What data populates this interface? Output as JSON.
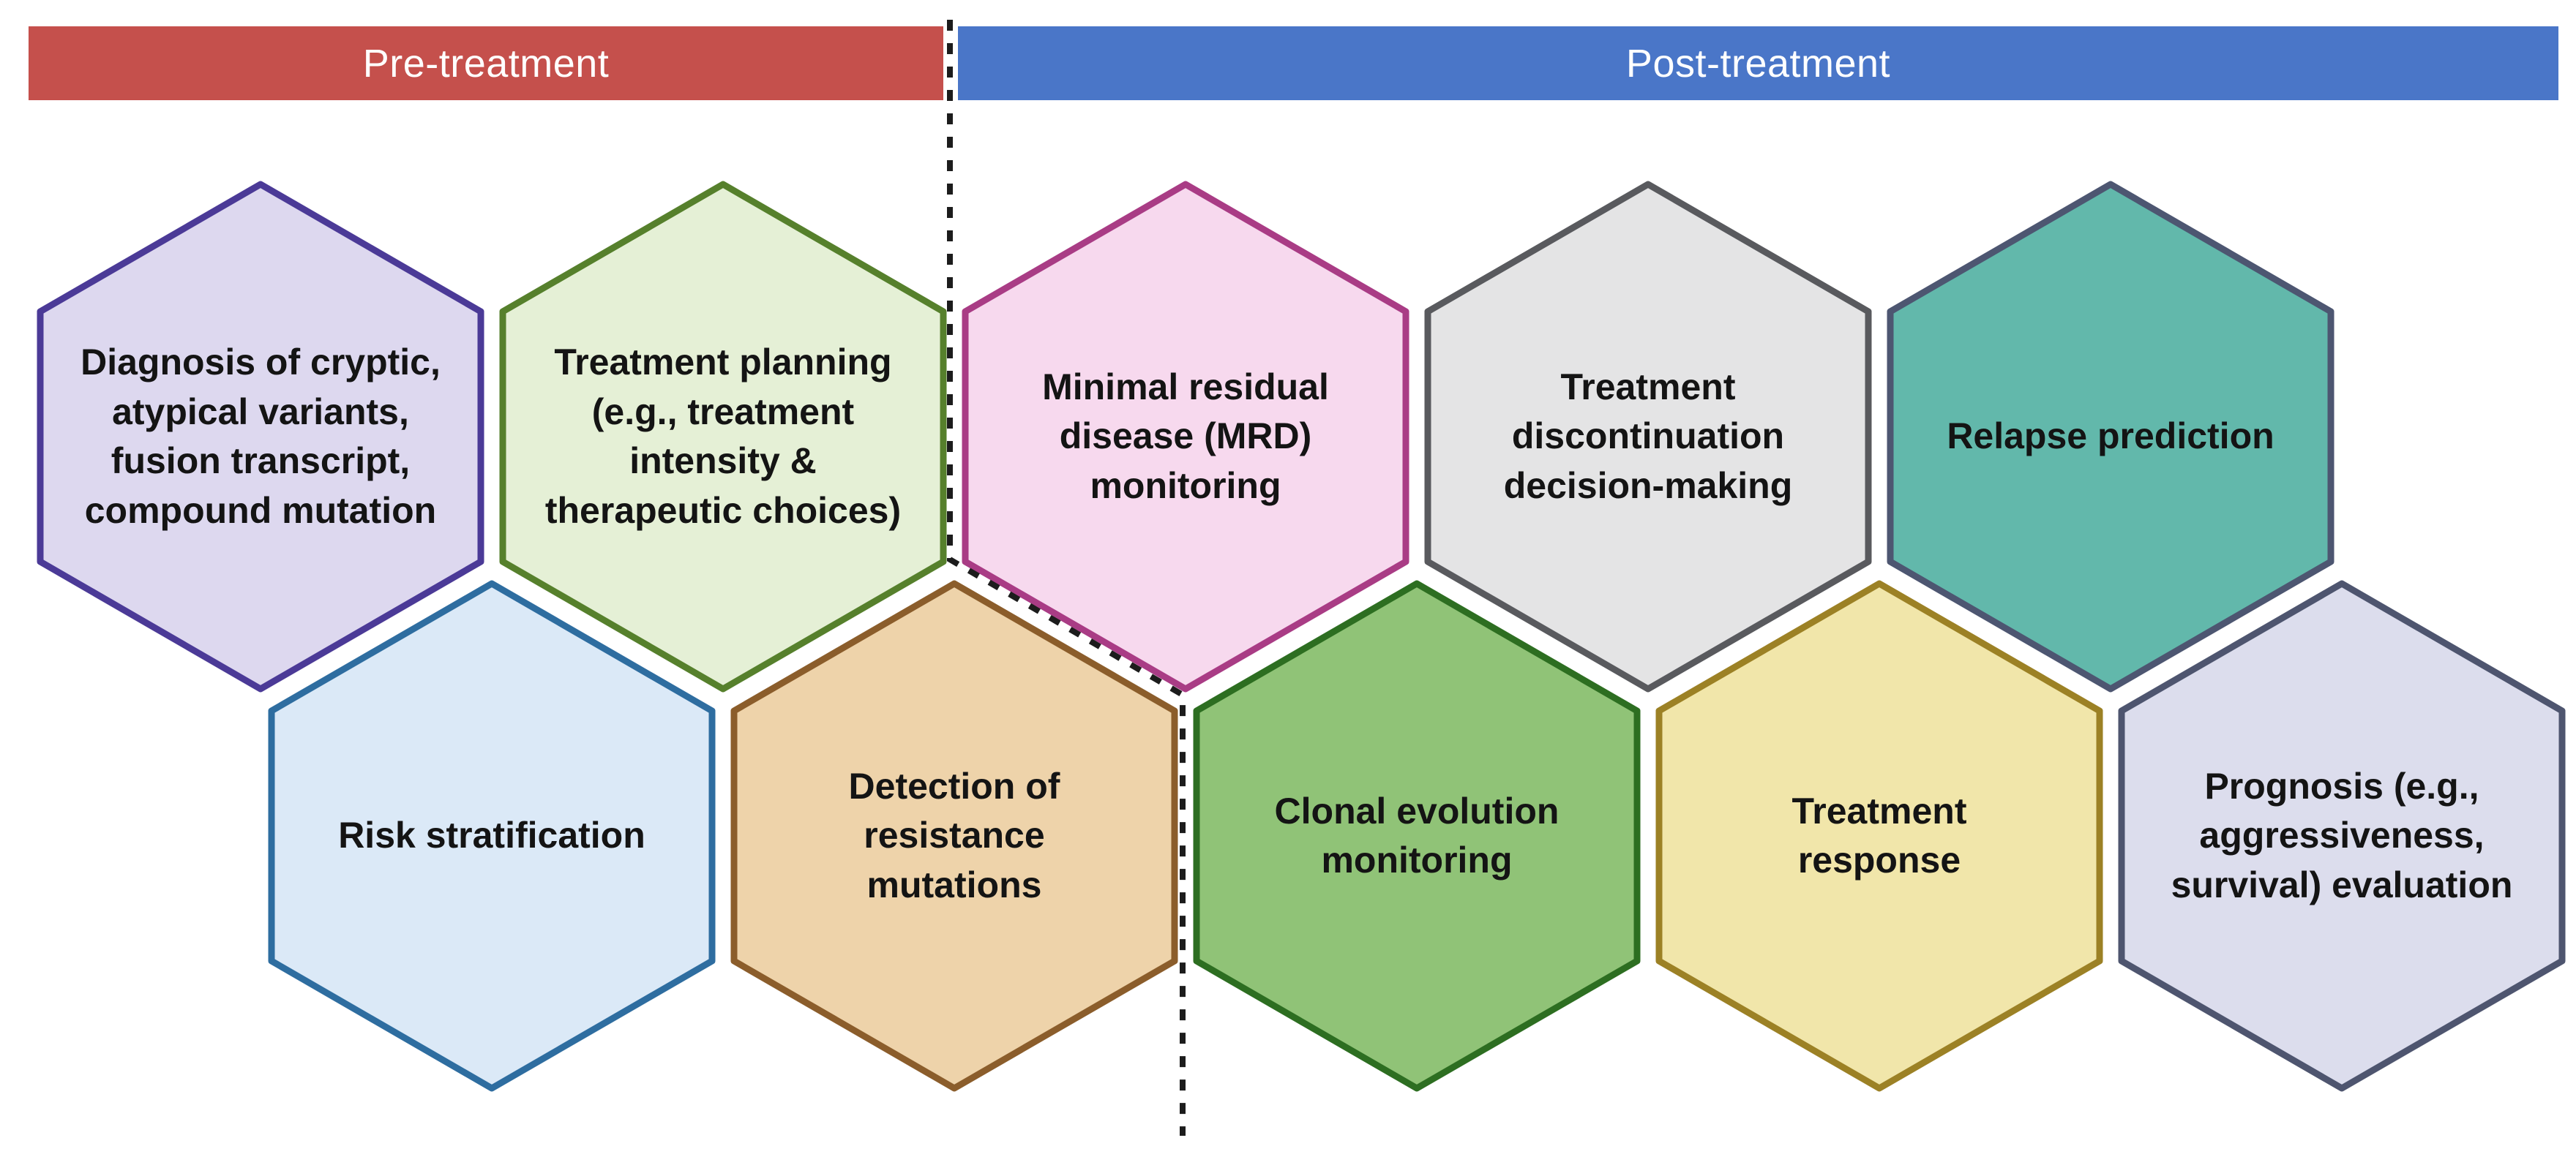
{
  "figure": {
    "description": "Hexagonal diagram of pre-treatment and post-treatment clinical applications"
  },
  "phase_bars": {
    "pre": {
      "label": "Pre-treatment",
      "fill": "#c5504c",
      "text_color": "#ffffff"
    },
    "post": {
      "label": "Post-treatment",
      "fill": "#4a76c8",
      "text_color": "#ffffff"
    }
  },
  "divider": {
    "style": "dashed",
    "color": "#1c1c1c"
  },
  "hexagons": [
    {
      "id": "diagnosis",
      "phase": "pre-treatment",
      "label": "Diagnosis of cryptic,\natypical variants,\nfusion transcript,\ncompound mutation",
      "fill": "#ddd8ef",
      "border": "#4b3a97"
    },
    {
      "id": "treatment-planning",
      "phase": "pre-treatment",
      "label": "Treatment planning\n(e.g., treatment\nintensity &\ntherapeutic choices)",
      "fill": "#e5f0d6",
      "border": "#56802c"
    },
    {
      "id": "mrd-monitoring",
      "phase": "post-treatment",
      "label": "Minimal residual\ndisease (MRD)\nmonitoring",
      "fill": "#f7d9ee",
      "border": "#a93c85"
    },
    {
      "id": "treatment-discontinuation",
      "phase": "post-treatment",
      "label": "Treatment\ndiscontinuation\ndecision-making",
      "fill": "#e4e4e5",
      "border": "#595a5e"
    },
    {
      "id": "relapse-prediction",
      "phase": "post-treatment",
      "label": "Relapse prediction",
      "fill": "#62b8ab",
      "border": "#4d5671"
    },
    {
      "id": "risk-stratification",
      "phase": "pre-treatment",
      "label": "Risk stratification",
      "fill": "#dbe9f7",
      "border": "#2e6da0"
    },
    {
      "id": "resistance-mutations",
      "phase": "pre-treatment",
      "label": "Detection of\nresistance\nmutations",
      "fill": "#eed3aa",
      "border": "#8b5d2b"
    },
    {
      "id": "clonal-evolution",
      "phase": "post-treatment",
      "label": "Clonal evolution\nmonitoring",
      "fill": "#90c377",
      "border": "#2d6e21"
    },
    {
      "id": "treatment-response",
      "phase": "post-treatment",
      "label": "Treatment\nresponse",
      "fill": "#f1e6aa",
      "border": "#9c8125"
    },
    {
      "id": "prognosis",
      "phase": "post-treatment",
      "label": "Prognosis (e.g.,\naggressiveness,\nsurvival) evaluation",
      "fill": "#dcdded",
      "border": "#4e556f"
    }
  ]
}
